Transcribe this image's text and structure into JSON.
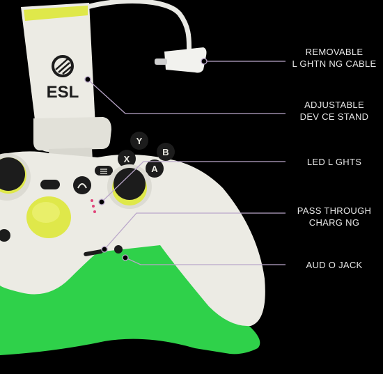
{
  "callouts": [
    {
      "id": "cable",
      "lines": [
        "REMOVABLE",
        "L GHTN NG CABLE"
      ]
    },
    {
      "id": "stand",
      "lines": [
        "ADJUSTABLE",
        "DEV CE STAND"
      ]
    },
    {
      "id": "led",
      "lines": [
        "LED L GHTS"
      ]
    },
    {
      "id": "passthrough",
      "lines": [
        "PASS THROUGH",
        "CHARG NG"
      ]
    },
    {
      "id": "audio",
      "lines": [
        "AUD O JACK"
      ]
    }
  ],
  "product": {
    "logo_text": "ESL",
    "face_buttons": {
      "y": "Y",
      "b": "B",
      "x": "X",
      "a": "A"
    }
  },
  "colors": {
    "background": "#000000",
    "body": "#ecebe4",
    "accent_green": "#2fd14a",
    "accent_yellow": "#dfe84a",
    "button_dark": "#1c1c1c",
    "callout_line": "#b9a6c9",
    "led": "#e0447a"
  }
}
